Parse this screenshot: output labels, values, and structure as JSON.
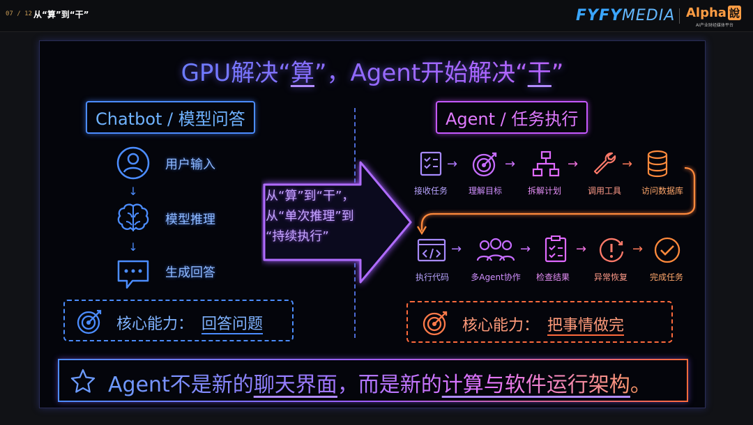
{
  "top_bar": {
    "slide_counter": "07 / 12",
    "slide_title": "从“算”到“干”",
    "brand_fyfy": "FYFY",
    "brand_media": "MEDIA",
    "brand_alpha": "Alpha",
    "brand_shuo": "說",
    "brand_alpha_sub": "AI产业财经媒体平台"
  },
  "slide": {
    "title_part1": "GPU解决“",
    "title_word1": "算",
    "title_part2": "”，Agent开始解决“",
    "title_word2": "干",
    "title_part3": "”",
    "left": {
      "header": "Chatbot / 模型问答",
      "steps": [
        "用户输入",
        "模型推理",
        "生成回答"
      ],
      "core_label": "核心能力：",
      "core_value": "回答问题"
    },
    "arrow_text": [
      "从“算”到“干”，",
      "从“单次推理”到",
      "“持续执行”"
    ],
    "right": {
      "header": "Agent / 任务执行",
      "row1": [
        "接收任务",
        "理解目标",
        "拆解计划",
        "调用工具",
        "访问数据库"
      ],
      "row2": [
        "执行代码",
        "多Agent协作",
        "检查结果",
        "异常恢复",
        "完成任务"
      ],
      "core_label": "核心能力：",
      "core_value": "把事情做完"
    },
    "bottom": {
      "text_a": "Agent不是新的",
      "text_b": "聊天界面",
      "text_c": "，而是新的",
      "text_d": "计算与软件运行架构",
      "text_e": "。"
    }
  },
  "colors": {
    "blue": "#4c8dff",
    "purple": "#b373ff",
    "magenta": "#d55eff",
    "orange": "#ff8a3c"
  },
  "icons": [
    "user-icon",
    "brain-icon",
    "chat-bubble-icon",
    "target-icon",
    "checklist-icon",
    "bullseye-icon",
    "org-chart-icon",
    "wrench-icon",
    "database-icon",
    "code-icon",
    "team-icon",
    "clipboard-check-icon",
    "alert-icon",
    "check-circle-icon",
    "star-icon"
  ]
}
